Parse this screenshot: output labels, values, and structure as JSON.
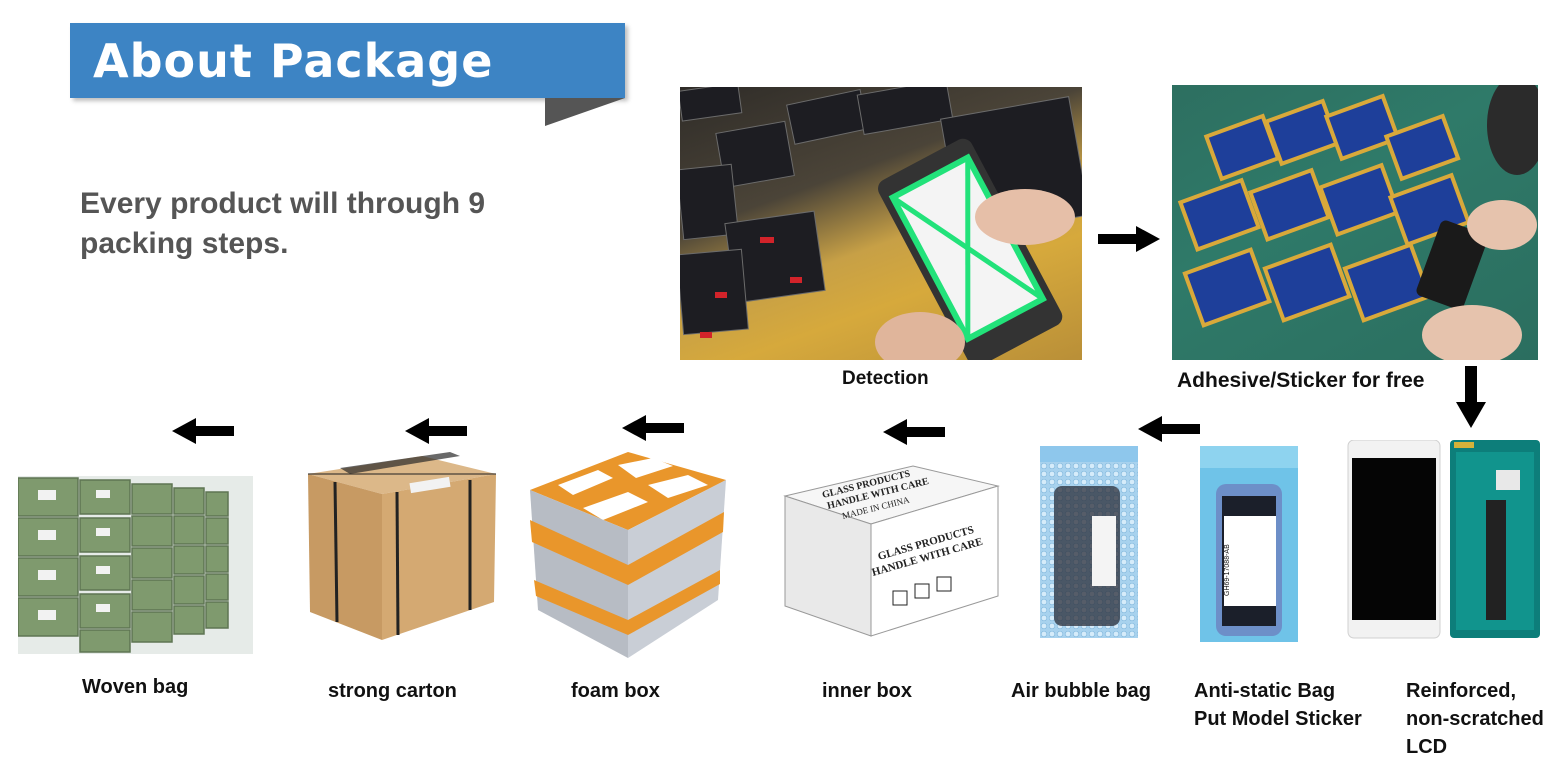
{
  "header": {
    "title": "About Package"
  },
  "intro": {
    "text": "Every product will through 9 packing steps."
  },
  "steps_top": {
    "detection": "Detection",
    "adhesive": "Adhesive/Sticker for free"
  },
  "steps_bottom": {
    "lcd": [
      "Reinforced,",
      "non-scratched",
      "LCD"
    ],
    "antistatic": [
      "Anti-static Bag",
      "Put Model Sticker"
    ],
    "bubble": "Air bubble bag",
    "inner": "inner box",
    "foam": "foam box",
    "carton": "strong carton",
    "woven": "Woven bag"
  },
  "inner_box_print": {
    "line1": "GLASS PRODUCTS",
    "line2": "HANDLE WITH CARE",
    "line3": "MADE IN CHINA"
  },
  "stickers": {
    "antistatic_code": "GH69-17088-AB"
  },
  "colors": {
    "banner": "#3d84c4",
    "intro_text": "#555555",
    "arrow": "#000000"
  }
}
